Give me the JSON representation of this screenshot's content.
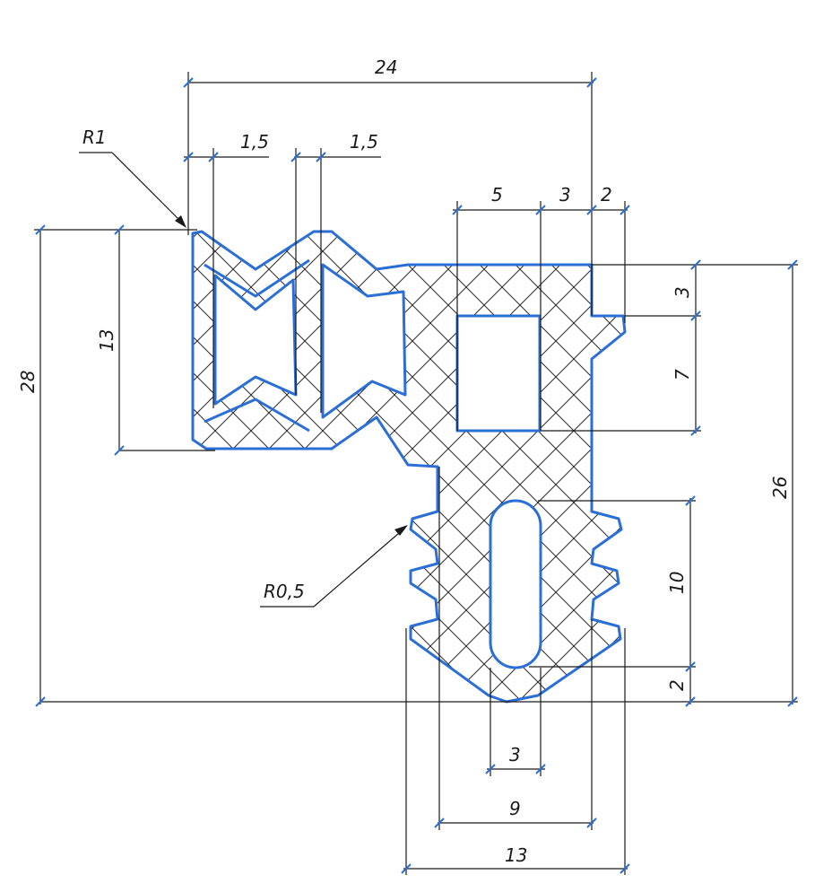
{
  "drawing": {
    "dimensions": {
      "overall_width": "24",
      "fin_width_left": "1,5",
      "fin_width_right": "1,5",
      "radius_corner": "R1",
      "top_5": "5",
      "top_3": "3",
      "top_2": "2",
      "height_28": "28",
      "height_13": "13",
      "right_3": "3",
      "right_7": "7",
      "right_26": "26",
      "right_10": "10",
      "right_2": "2",
      "radius_fin": "R0,5",
      "slot_width_3": "3",
      "stem_width_9": "9",
      "base_width_13": "13"
    },
    "colors": {
      "outline": "#2b6fd6",
      "line": "#1a1a1a",
      "hatch": "#2a2a2a"
    }
  }
}
